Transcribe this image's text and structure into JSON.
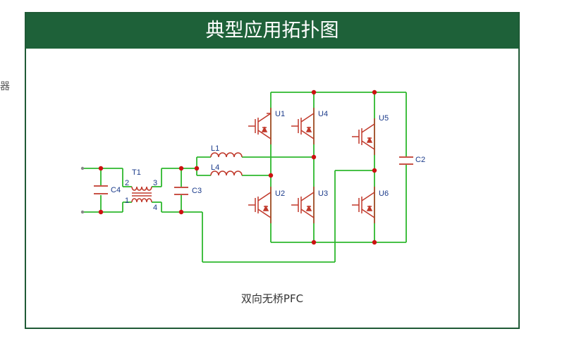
{
  "edge_text": "器",
  "header": {
    "title": "典型应用拓扑图"
  },
  "diagram": {
    "caption": "双向无桥PFC",
    "labels": {
      "U1": "U1",
      "U2": "U2",
      "U3": "U3",
      "U4": "U4",
      "U5": "U5",
      "U6": "U6",
      "L1": "L1",
      "L4": "L4",
      "T1": "T1",
      "C2": "C2",
      "C3": "C3",
      "C4": "C4",
      "pin1": "1",
      "pin2": "2",
      "pin3": "3",
      "pin4": "4"
    },
    "colors": {
      "wire": "#2eb82e",
      "component": "#c0392b",
      "label": "#1a3a8a",
      "node": "#cc1111"
    }
  }
}
